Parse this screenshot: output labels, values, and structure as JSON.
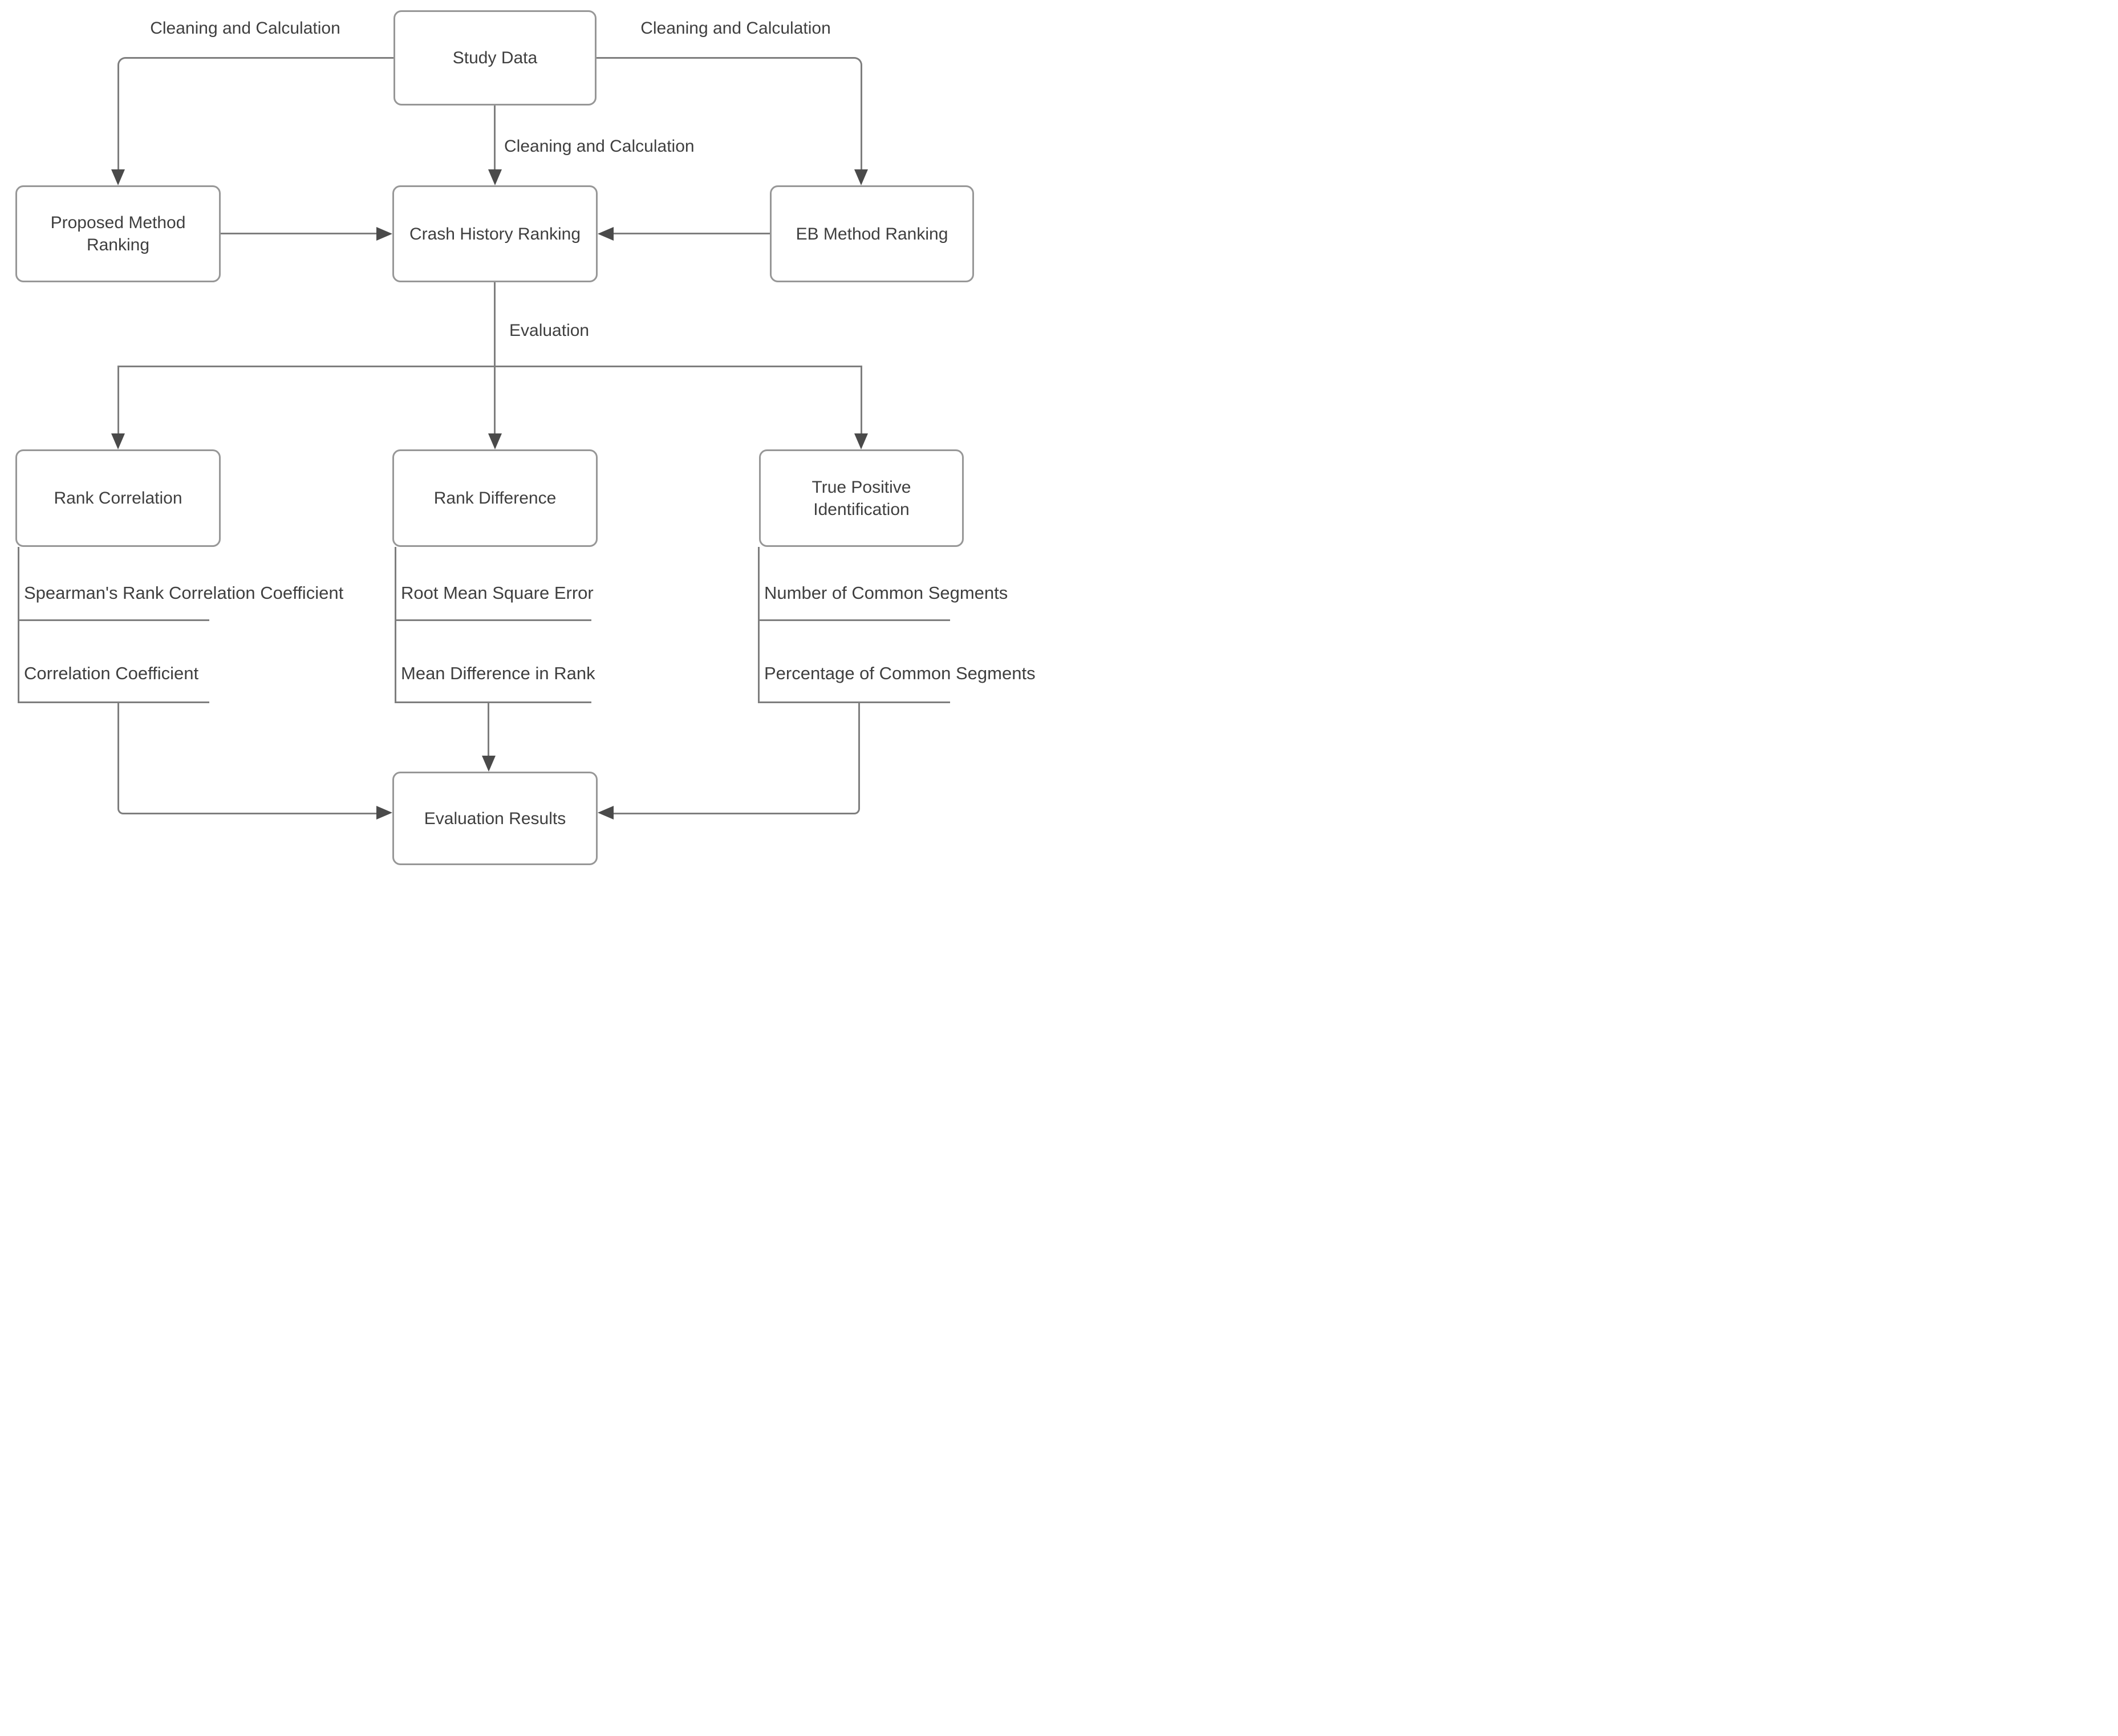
{
  "diagram": {
    "nodes": {
      "study_data": {
        "label": "Study Data"
      },
      "proposed_method": {
        "label": "Proposed Method Ranking"
      },
      "crash_history": {
        "label": "Crash History Ranking"
      },
      "eb_method": {
        "label": "EB Method Ranking"
      },
      "rank_correlation": {
        "label": "Rank Correlation"
      },
      "rank_difference": {
        "label": "Rank Difference"
      },
      "true_positive": {
        "label": "True Positive Identification"
      },
      "evaluation_results": {
        "label": "Evaluation Results"
      }
    },
    "edge_labels": {
      "cleaning_left": "Cleaning and Calculation",
      "cleaning_center": "Cleaning and Calculation",
      "cleaning_right": "Cleaning and Calculation",
      "evaluation": "Evaluation"
    },
    "metrics": {
      "rank_correlation": [
        "Spearman's Rank Correlation Coefficient",
        "Correlation Coefficient"
      ],
      "rank_difference": [
        "Root Mean Square Error",
        "Mean Difference in Rank"
      ],
      "true_positive": [
        "Number of Common Segments",
        "Percentage of Common Segments"
      ]
    },
    "colors": {
      "line": "#7e7e7e",
      "border": "#979797",
      "arrow": "#4a4a4a",
      "text": "#3f3f3f",
      "background": "#ffffff"
    }
  }
}
